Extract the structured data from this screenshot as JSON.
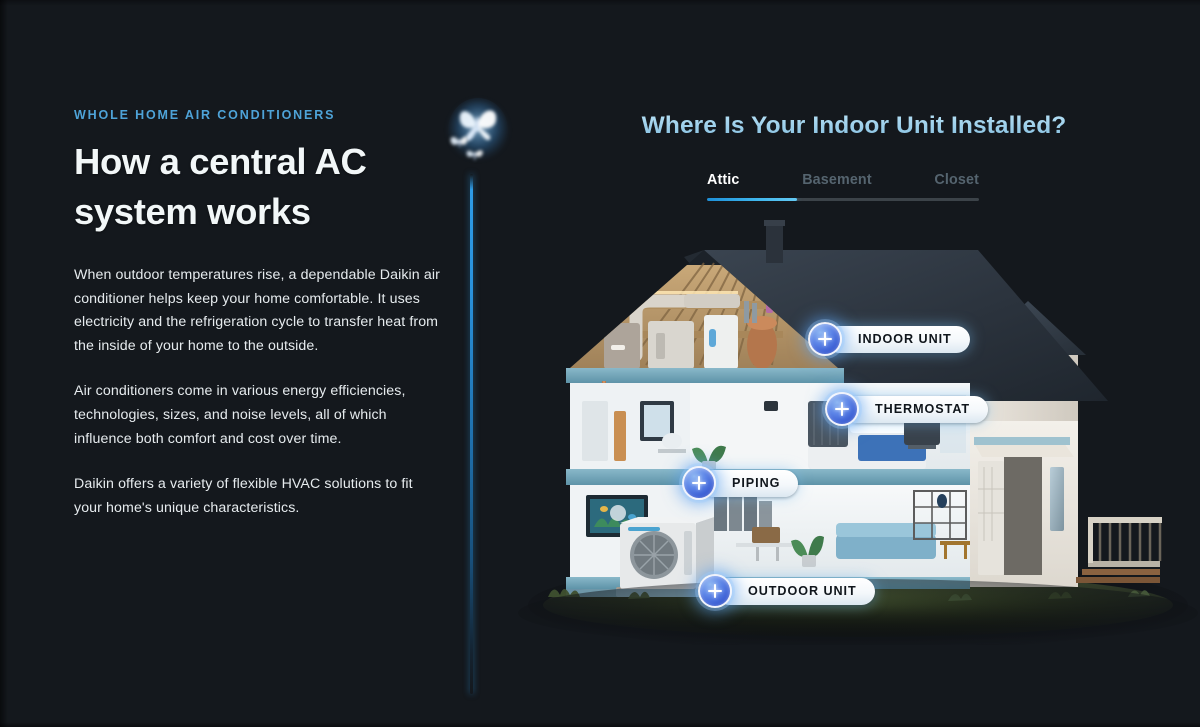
{
  "left": {
    "eyebrow": "WHOLE HOME AIR CONDITIONERS",
    "headline": "How a central AC system works",
    "paragraphs": [
      "When outdoor temperatures rise, a dependable Daikin air conditioner helps keep your home comfortable. It uses electricity and the refrigeration cycle to transfer heat from the inside of your home to the outside.",
      "Air conditioners come in various energy efficiencies, technologies, sizes, and noise levels, all of which influence both comfort and cost over time.",
      "Daikin offers a variety of flexible HVAC solutions to fit your home's unique characteristics."
    ]
  },
  "divider": {
    "icon": "butterfly-icon",
    "line_color": "#2E9BE6"
  },
  "right": {
    "title": "Where Is Your Indoor Unit Installed?",
    "title_color": "#9ED2EC",
    "tabs": [
      {
        "label": "Attic",
        "active": true
      },
      {
        "label": "Basement",
        "active": false
      },
      {
        "label": "Closet",
        "active": false
      }
    ],
    "progress": {
      "value_percent": 33,
      "track_color": "#3C4349",
      "fill_color": "#3FB6ED"
    },
    "hotspots": [
      {
        "id": "indoor-unit",
        "label": "INDOOR UNIT",
        "icon": "plus-icon"
      },
      {
        "id": "thermostat",
        "label": "THERMOSTAT",
        "icon": "plus-icon"
      },
      {
        "id": "piping",
        "label": "PIPING",
        "icon": "plus-icon"
      },
      {
        "id": "outdoor-unit",
        "label": "OUTDOOR UNIT",
        "icon": "plus-icon"
      }
    ],
    "illustration": {
      "name": "cutaway-house-render",
      "alt": "3D cutaway render of a two-story house showing attic HVAC equipment, bedroom, living room and an outdoor condenser unit on grass"
    }
  },
  "theme": {
    "background": "#14181d",
    "accent_blue": "#2E9BE6",
    "eyebrow_blue": "#4EA3D8",
    "text_light": "#E6EBEE",
    "tab_inactive": "#55646F"
  }
}
